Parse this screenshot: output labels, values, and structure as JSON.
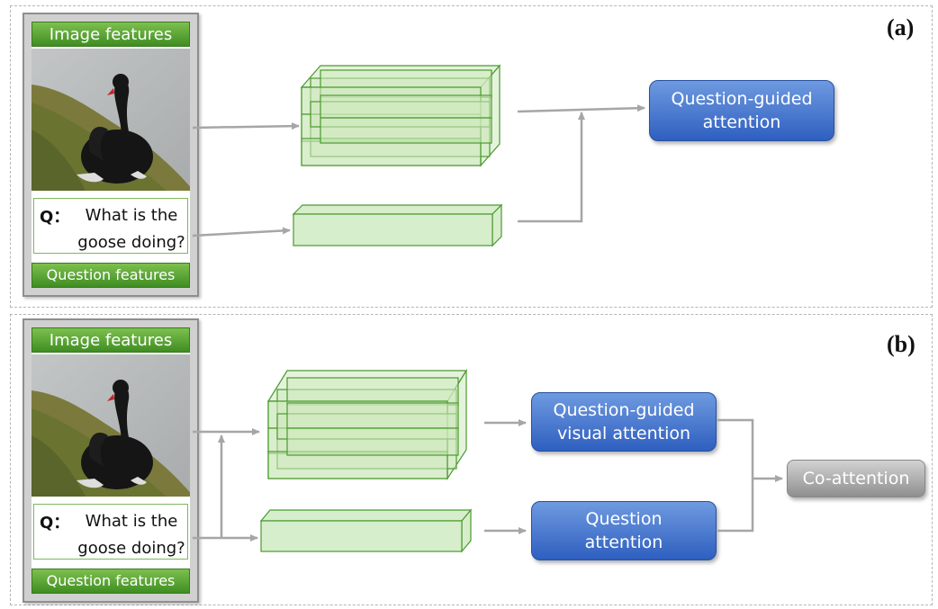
{
  "panels": [
    {
      "label": "(a)",
      "card": {
        "image_features": "Image features",
        "question_prefix": "Q：",
        "question": "What is the goose doing?",
        "question_features": "Question features"
      },
      "outputs": {
        "attention": "Question-guided attention"
      }
    },
    {
      "label": "(b)",
      "card": {
        "image_features": "Image features",
        "question_prefix": "Q：",
        "question": "What is the goose doing?",
        "question_features": "Question features"
      },
      "outputs": {
        "visual_attention": "Question-guided visual attention",
        "question_attention": "Question attention",
        "co_attention": "Co-attention"
      }
    }
  ],
  "colors": {
    "feature_green": "#cfeac0",
    "feature_stroke": "#4a9a2e",
    "arrow_gray": "#a6a6a6",
    "attention_blue": "#2f5fc0",
    "co_attention_gray": "#9a9a9a"
  }
}
